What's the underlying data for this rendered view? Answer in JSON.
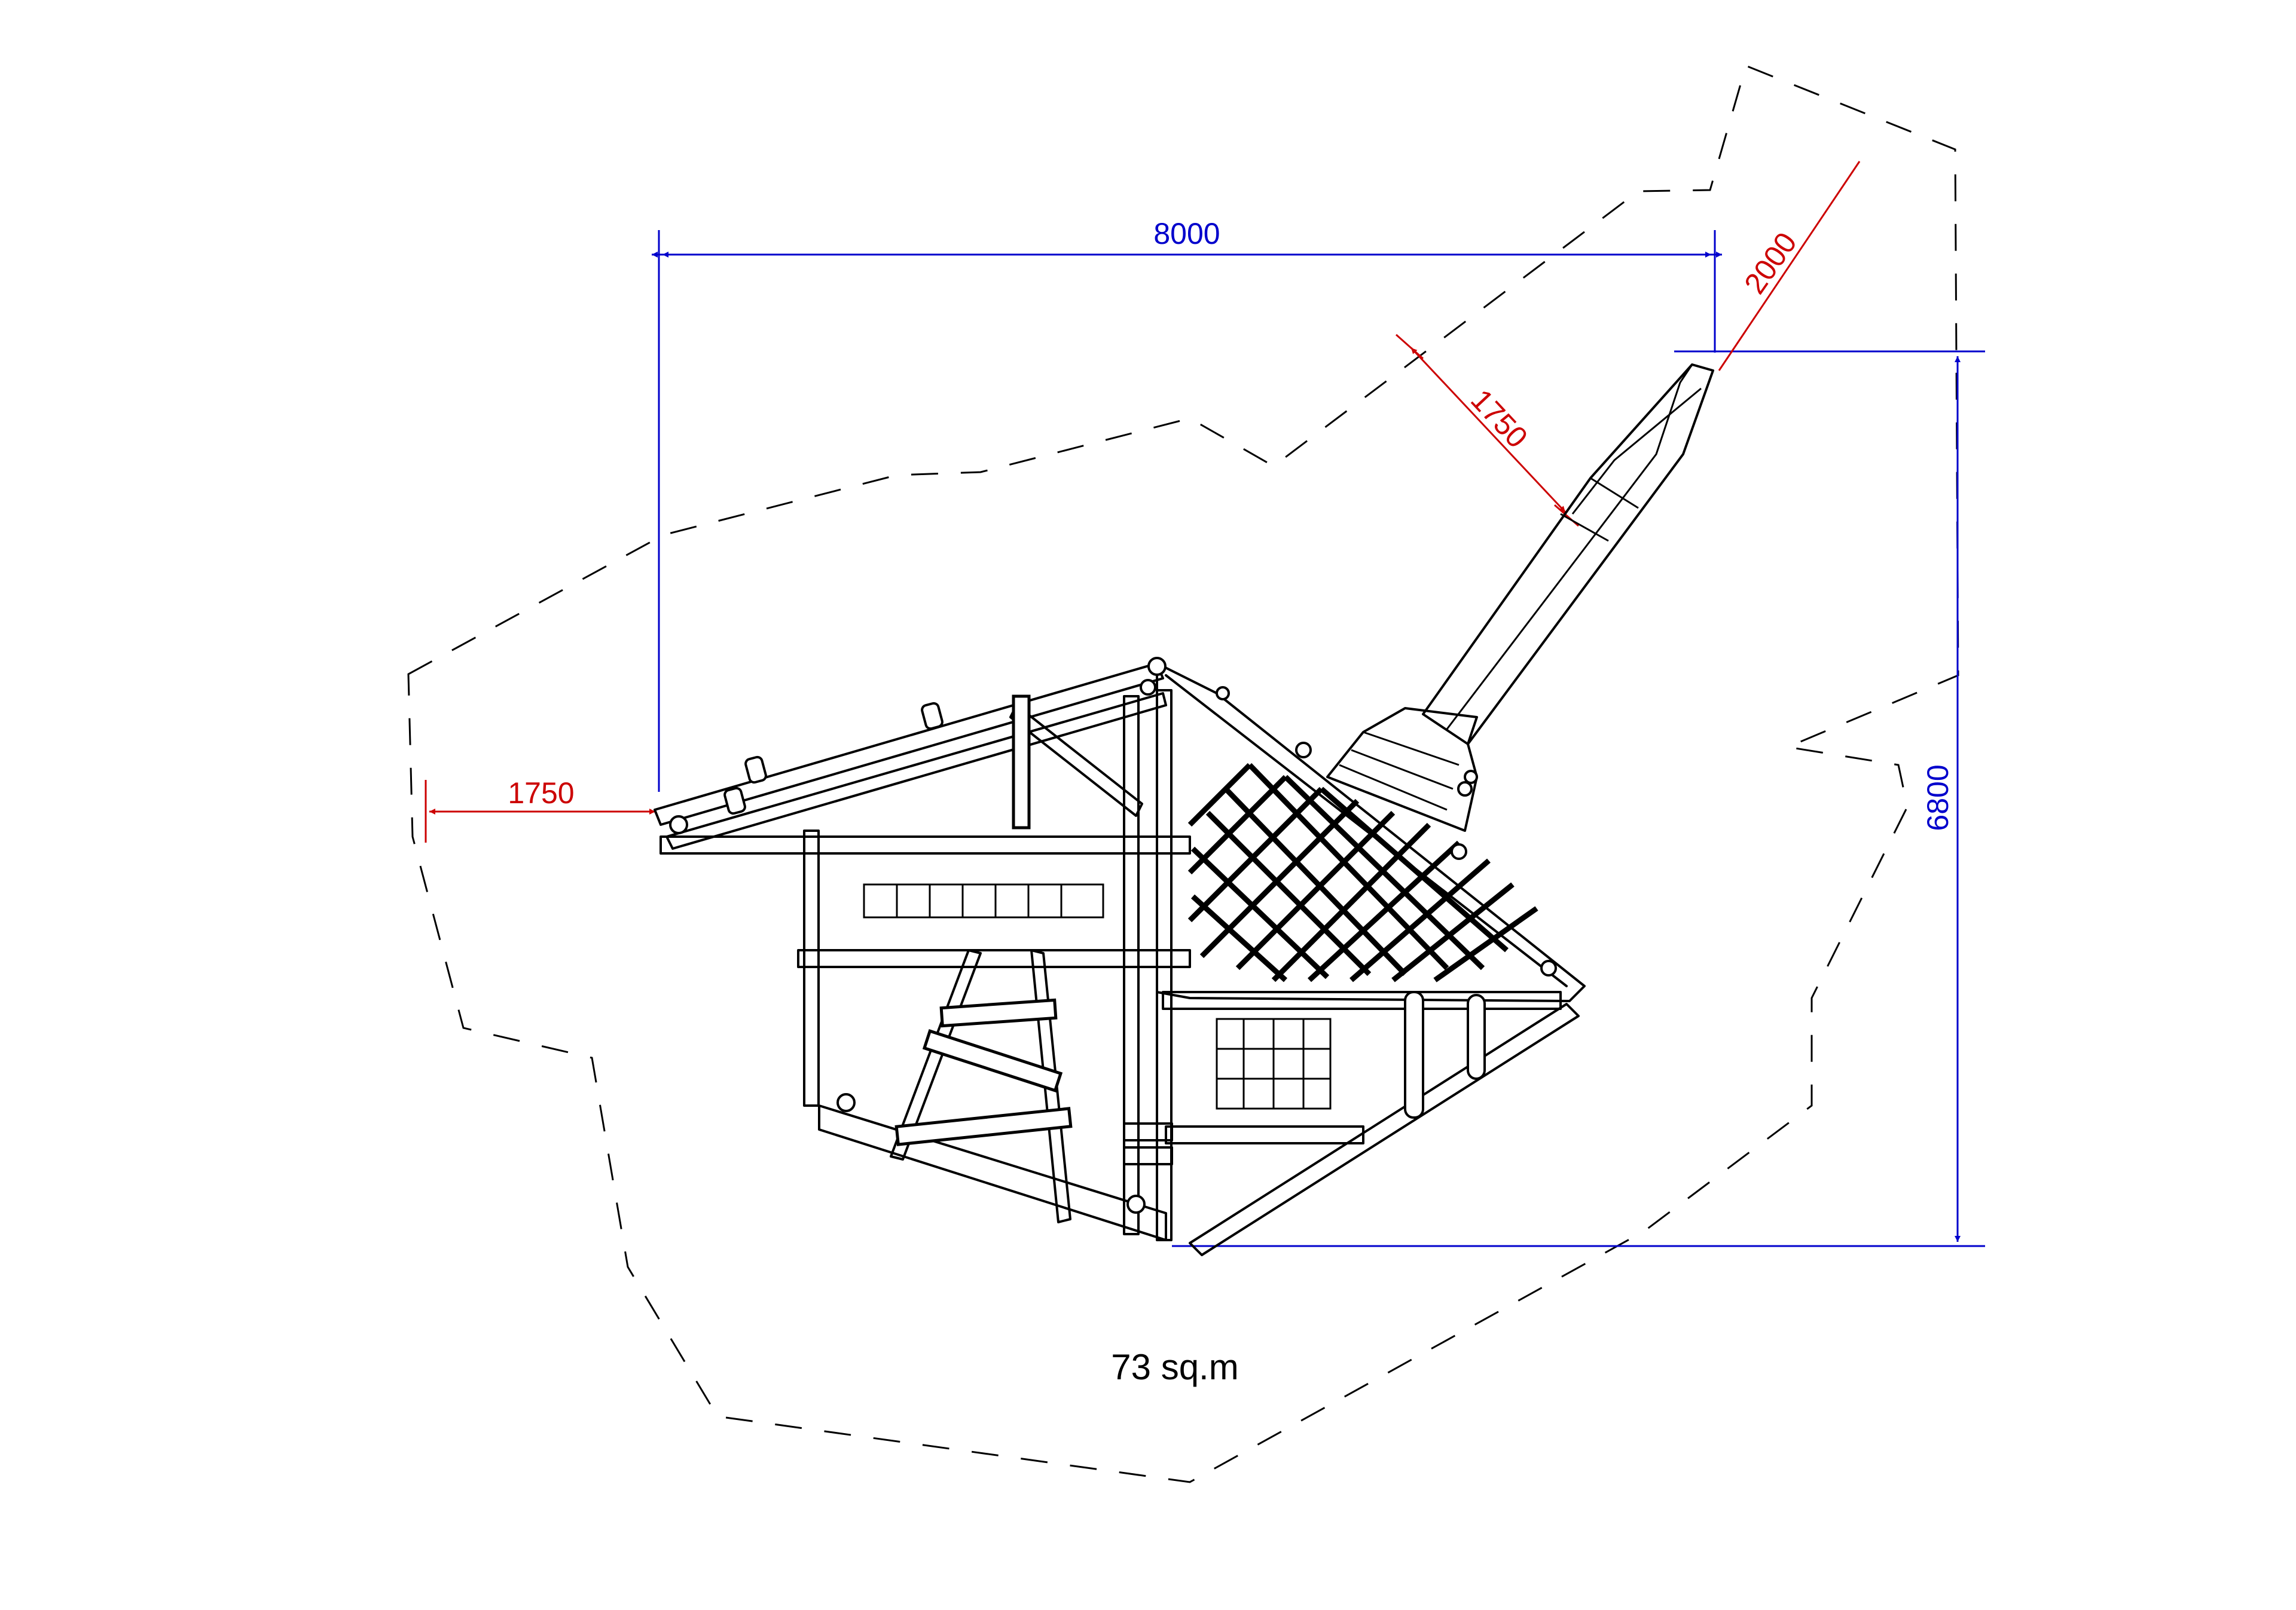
{
  "drawing": {
    "dimensions": {
      "width_overall": "8000",
      "height_overall": "6800",
      "left_clearance": "1750",
      "slide_length": "1750",
      "slide_exit_clearance": "2000"
    },
    "area_label": "73 sq.m"
  },
  "colors": {
    "dimension_blue": "#0000cc",
    "dimension_red": "#cc0000",
    "line": "#000000"
  }
}
